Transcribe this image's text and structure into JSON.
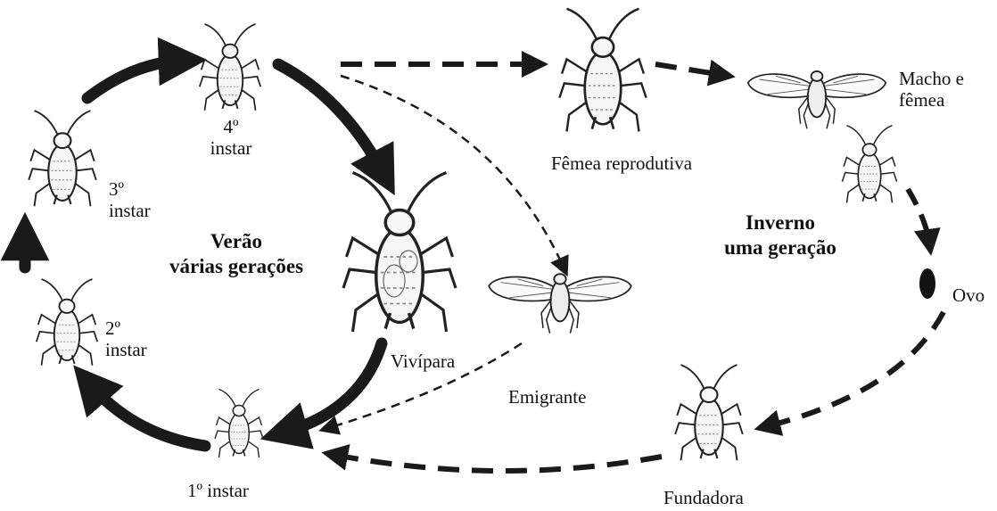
{
  "summer": {
    "title": "Verão",
    "subtitle": "várias gerações"
  },
  "winter": {
    "title": "Inverno",
    "subtitle": "uma geração"
  },
  "stages": {
    "instar1": "1º instar",
    "instar2_num": "2º",
    "instar2_word": "instar",
    "instar3_num": "3º",
    "instar3_word": "instar",
    "instar4_num": "4º",
    "instar4_word": "instar",
    "vivipara": "Vivípara",
    "emigrante": "Emigrante",
    "femea_reprodutiva": "Fêmea reprodutiva",
    "macho_line1": "Macho e",
    "macho_line2": "fêmea",
    "ovo": "Ovo",
    "fundadora": "Fundadora"
  }
}
